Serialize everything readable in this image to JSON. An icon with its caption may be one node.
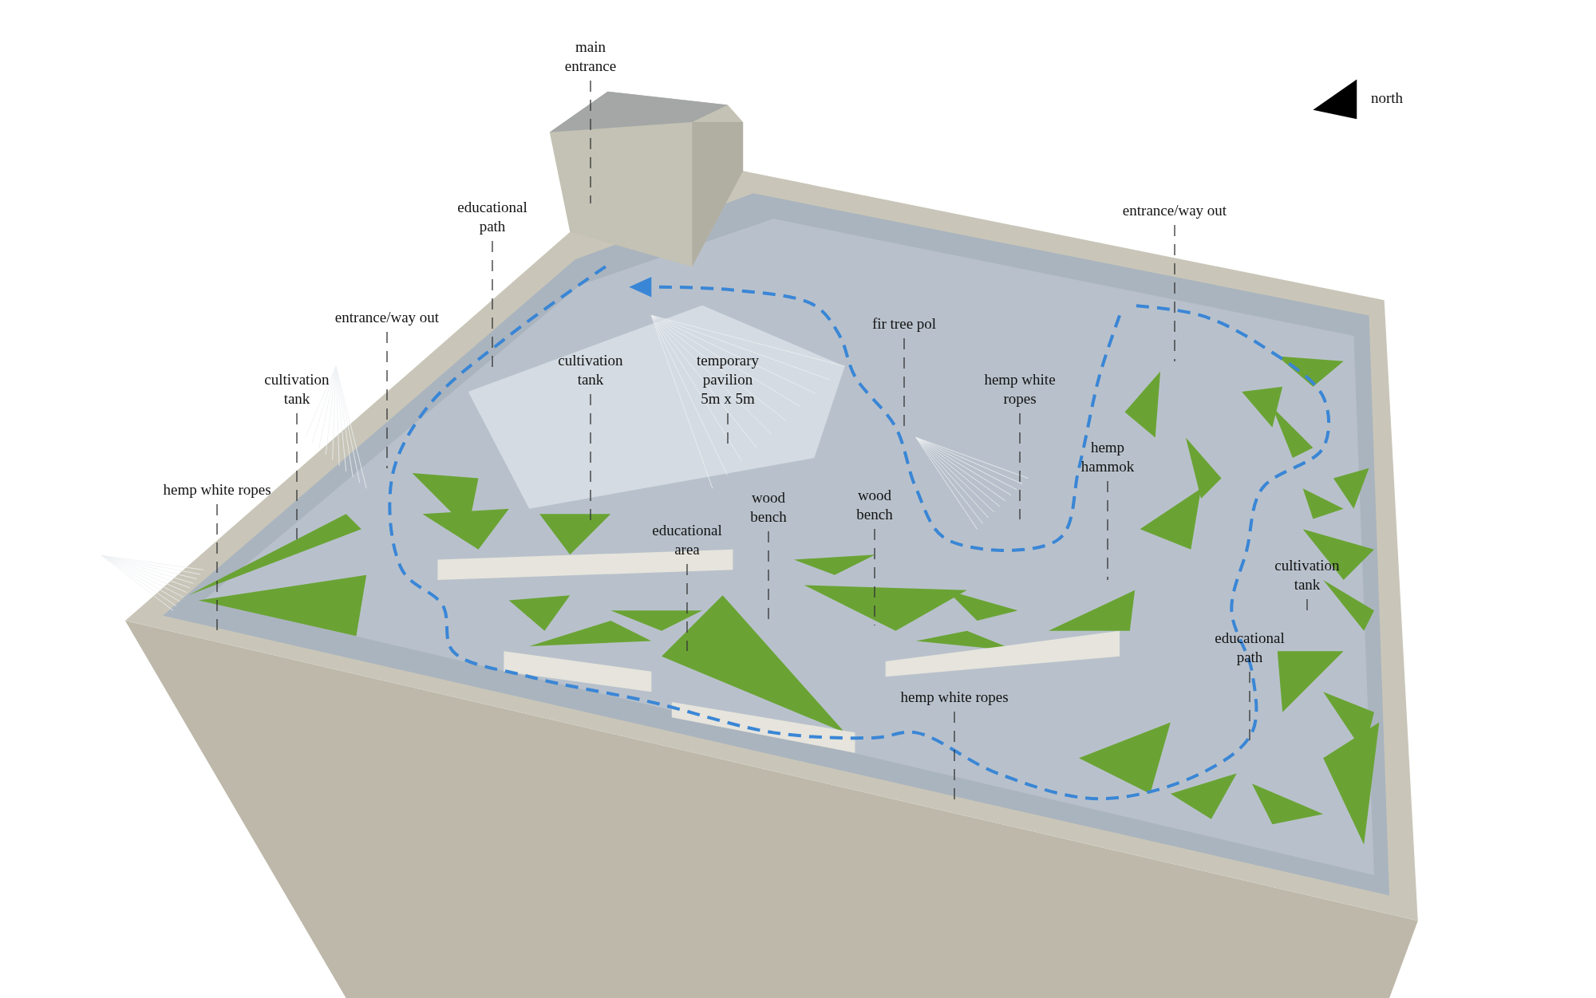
{
  "diagram": {
    "nodes": [
      {
        "text": [
          "main entrance"
        ]
      },
      {
        "text": [
          "educational path"
        ]
      },
      {
        "text": [
          "entrance/way out"
        ]
      },
      {
        "text": [
          "entrance/way out"
        ]
      },
      {
        "text": [
          "fir tree pol"
        ]
      },
      {
        "text": [
          "cultivation tank"
        ]
      },
      {
        "text": [
          "temporary pavilion 5m x 5m"
        ]
      },
      {
        "text": [
          "cultivation tank"
        ]
      },
      {
        "text": [
          "hemp white ropes"
        ]
      },
      {
        "text": [
          "hemp hammok"
        ]
      },
      {
        "text": [
          "hemp white ropes"
        ]
      },
      {
        "text": [
          "wood bench"
        ]
      },
      {
        "text": [
          "wood bench"
        ]
      },
      {
        "text": [
          "educational area"
        ]
      },
      {
        "text": [
          "cultivation tank"
        ]
      },
      {
        "text": [
          "educational path"
        ]
      },
      {
        "text": [
          "hemp white ropes"
        ]
      }
    ],
    "edges": [
      {
        "from": 0,
        "to": null,
        "arrow": "none",
        "style": "dashed"
      },
      {
        "from": 1,
        "to": null,
        "arrow": "none",
        "style": "dashed"
      },
      {
        "from": 2,
        "to": null,
        "arrow": "none",
        "style": "dashed"
      },
      {
        "from": 3,
        "to": null,
        "arrow": "none",
        "style": "dashed"
      },
      {
        "from": 4,
        "to": null,
        "arrow": "none",
        "style": "dashed"
      },
      {
        "from": 5,
        "to": null,
        "arrow": "none",
        "style": "dashed"
      },
      {
        "from": 6,
        "to": null,
        "arrow": "none",
        "style": "dashed"
      },
      {
        "from": 7,
        "to": null,
        "arrow": "none",
        "style": "dashed"
      },
      {
        "from": 8,
        "to": null,
        "arrow": "none",
        "style": "dashed"
      },
      {
        "from": 9,
        "to": null,
        "arrow": "none",
        "style": "dashed"
      },
      {
        "from": 10,
        "to": null,
        "arrow": "none",
        "style": "dashed"
      },
      {
        "from": 11,
        "to": null,
        "arrow": "none",
        "style": "dashed"
      },
      {
        "from": 12,
        "to": null,
        "arrow": "none",
        "style": "dashed"
      },
      {
        "from": 13,
        "to": null,
        "arrow": "none",
        "style": "dashed"
      },
      {
        "from": 14,
        "to": null,
        "arrow": "none",
        "style": "dashed"
      },
      {
        "from": 15,
        "to": null,
        "arrow": "none",
        "style": "dashed"
      },
      {
        "from": 16,
        "to": null,
        "arrow": "none",
        "style": "dashed"
      }
    ],
    "labels": [
      "north"
    ]
  }
}
